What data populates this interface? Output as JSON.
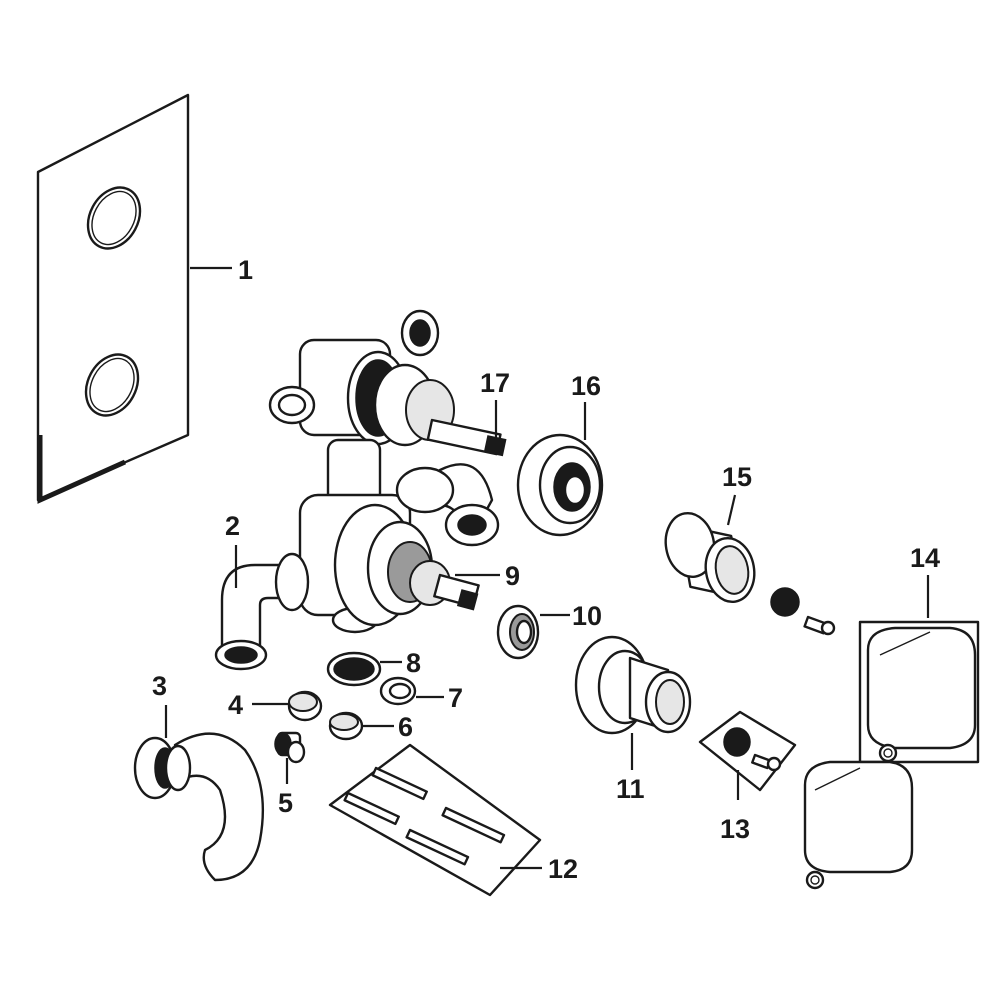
{
  "diagram": {
    "callouts": [
      {
        "id": "1",
        "label": "1"
      },
      {
        "id": "2",
        "label": "2"
      },
      {
        "id": "3",
        "label": "3"
      },
      {
        "id": "4",
        "label": "4"
      },
      {
        "id": "5",
        "label": "5"
      },
      {
        "id": "6",
        "label": "6"
      },
      {
        "id": "7",
        "label": "7"
      },
      {
        "id": "8",
        "label": "8"
      },
      {
        "id": "9",
        "label": "9"
      },
      {
        "id": "10",
        "label": "10"
      },
      {
        "id": "11",
        "label": "11"
      },
      {
        "id": "12",
        "label": "12"
      },
      {
        "id": "13",
        "label": "13"
      },
      {
        "id": "14",
        "label": "14"
      },
      {
        "id": "15",
        "label": "15"
      },
      {
        "id": "16",
        "label": "16"
      },
      {
        "id": "17",
        "label": "17"
      }
    ],
    "colors": {
      "ink": "#1a1a1a",
      "background": "#ffffff",
      "shade": "#9a9a9a"
    }
  }
}
